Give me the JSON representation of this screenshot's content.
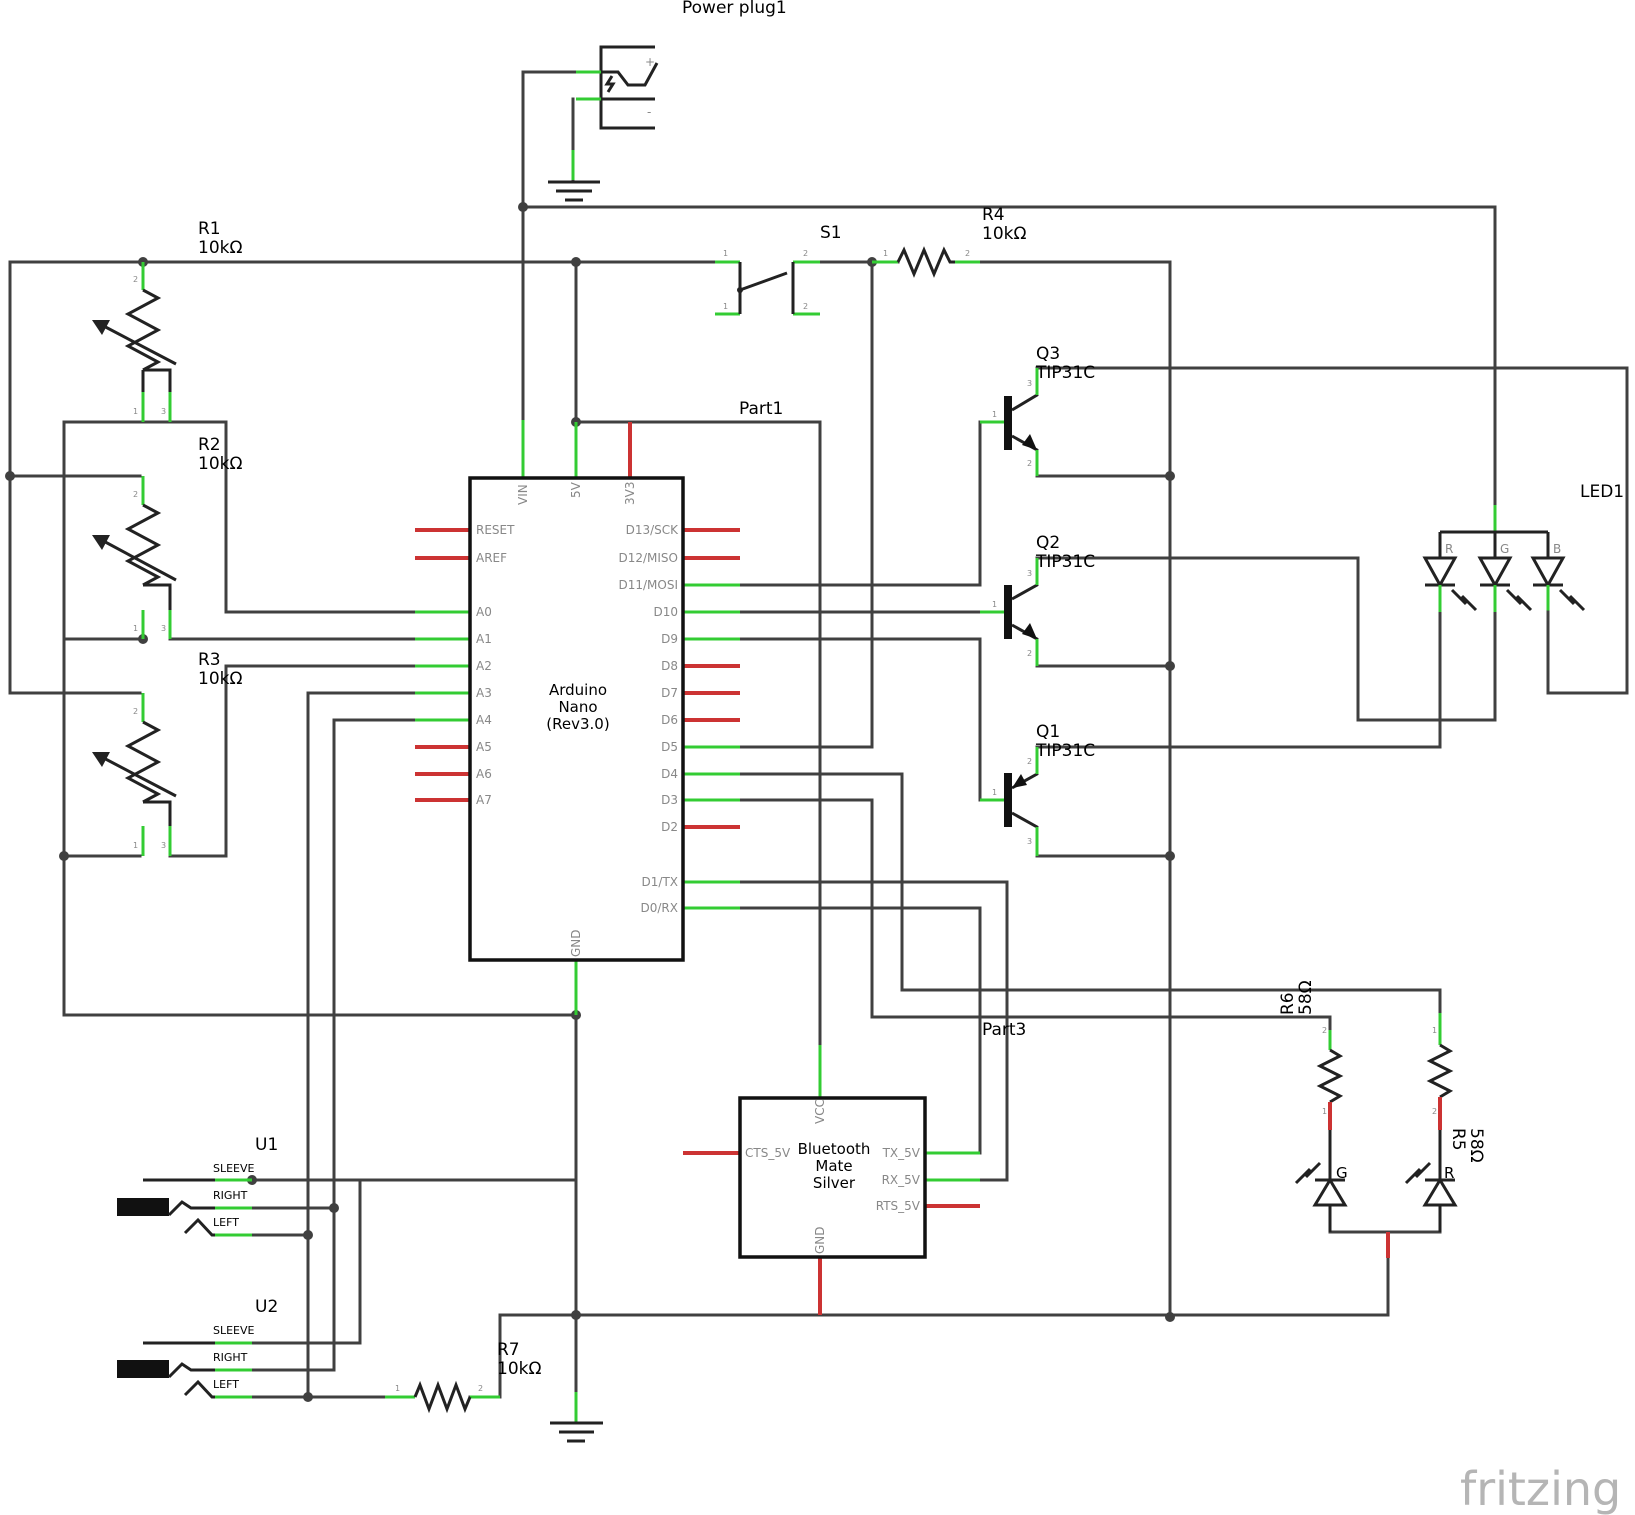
{
  "parts": {
    "power_plug": {
      "label": "Power plug1",
      "plus": "+",
      "minus": "-"
    },
    "r1": {
      "name": "R1",
      "value": "10kΩ"
    },
    "r2": {
      "name": "R2",
      "value": "10kΩ"
    },
    "r3": {
      "name": "R3",
      "value": "10kΩ"
    },
    "r4": {
      "name": "R4",
      "value": "10kΩ"
    },
    "r5": {
      "name": "R5",
      "value": "58Ω"
    },
    "r6": {
      "name": "R6",
      "value": "58Ω"
    },
    "r7": {
      "name": "R7",
      "value": "10kΩ"
    },
    "s1": {
      "name": "S1"
    },
    "q1": {
      "name": "Q1",
      "type": "TIP31C"
    },
    "q2": {
      "name": "Q2",
      "type": "TIP31C"
    },
    "q3": {
      "name": "Q3",
      "type": "TIP31C"
    },
    "led1": {
      "name": "LED1",
      "pins": [
        "R",
        "G",
        "B"
      ]
    },
    "led2": {
      "left_pin": "G",
      "right_pin": "R"
    },
    "part1": {
      "name": "Part1"
    },
    "part3": {
      "name": "Part3"
    },
    "u1": {
      "name": "U1",
      "pins": [
        "SLEEVE",
        "RIGHT",
        "LEFT"
      ]
    },
    "u2": {
      "name": "U2",
      "pins": [
        "SLEEVE",
        "RIGHT",
        "LEFT"
      ]
    },
    "arduino": {
      "line1": "Arduino",
      "line2": "Nano",
      "line3": "(Rev3.0)",
      "top_pins": [
        "VIN",
        "5V",
        "3V3"
      ],
      "bottom_pin": "GND",
      "left_pins": [
        "RESET",
        "AREF",
        "A0",
        "A1",
        "A2",
        "A3",
        "A4",
        "A5",
        "A6",
        "A7"
      ],
      "right_pins": [
        "D13/SCK",
        "D12/MISO",
        "D11/MOSI",
        "D10",
        "D9",
        "D8",
        "D7",
        "D6",
        "D5",
        "D4",
        "D3",
        "D2",
        "D1/TX",
        "D0/RX"
      ]
    },
    "bluetooth": {
      "line1": "Bluetooth",
      "line2": "Mate",
      "line3": "Silver",
      "top_pin": "VCC",
      "bottom_pin": "GND",
      "left_pin": "CTS_5V",
      "right_pins": [
        "TX_5V",
        "RX_5V",
        "RTS_5V"
      ]
    }
  },
  "pin_numbers": {
    "one": "1",
    "two": "2",
    "three": "3"
  },
  "brand": "fritzing"
}
